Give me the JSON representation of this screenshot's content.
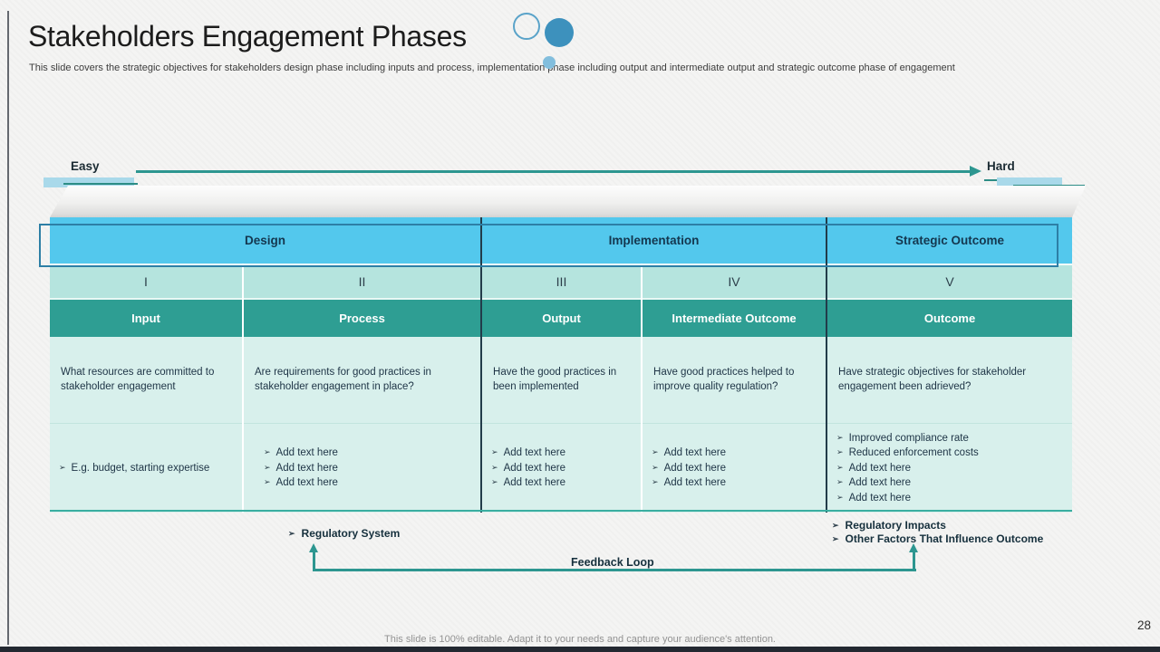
{
  "slide": {
    "title": "Stakeholders Engagement Phases",
    "subtitle": "This slide covers the strategic objectives for stakeholders design phase including inputs and process, implementation phase including output and intermediate output and strategic outcome phase of engagement",
    "footer": "This slide is 100% editable. Adapt it to your needs and capture your audience's attention.",
    "page_number": "28"
  },
  "icons": {
    "arrow_bullet": "➢"
  },
  "scale": {
    "left_label": "Easy",
    "right_label": "Hard"
  },
  "table": {
    "phases": [
      {
        "label": "Design"
      },
      {
        "label": "Implementation"
      },
      {
        "label": "Strategic Outcome"
      }
    ],
    "numerals": [
      "I",
      "II",
      "III",
      "IV",
      "V"
    ],
    "headers": [
      "Input",
      "Process",
      "Output",
      "Intermediate Outcome",
      "Outcome"
    ],
    "questions": [
      "What resources are committed to stakeholder engagement",
      "Are requirements for good practices in stakeholder engagement in place?",
      "Have the good practices in been implemented",
      "Have good practices helped to improve quality regulation?",
      "Have strategic objectives for stakeholder engagement been adrieved?"
    ],
    "bullets": [
      [
        "E.g. budget, starting expertise"
      ],
      [
        "Add text here",
        "Add text here",
        "Add text here"
      ],
      [
        "Add text here",
        "Add text here",
        "Add text here"
      ],
      [
        "Add text here",
        "Add text here",
        "Add text here"
      ],
      [
        "Improved compliance rate",
        "Reduced enforcement costs",
        "Add text here",
        "Add text here",
        "Add text here"
      ]
    ]
  },
  "feedback": {
    "left_note": "Regulatory System",
    "loop_label": "Feedback Loop",
    "right_notes": [
      "Regulatory Impacts",
      "Other Factors That Influence Outcome"
    ]
  },
  "colors": {
    "phase_band": "#53C8ED",
    "numeral_band": "#B5E4DE",
    "header_band": "#2E9E93",
    "cell_bg": "#D8F0EC",
    "accent_teal": "#2D9690",
    "navy_text": "#14374F",
    "highlight_blue": "#A9D9EA"
  }
}
